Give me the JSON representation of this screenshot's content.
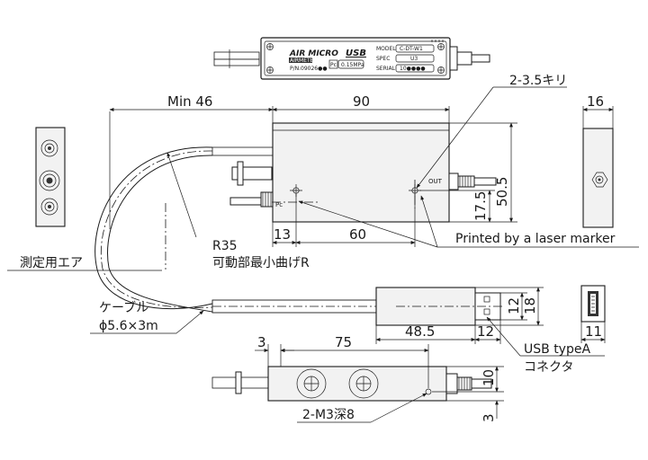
{
  "top_label": {
    "brand": "AIR MICRO",
    "brand_suffix": "USB",
    "model_key": "MODEL",
    "model_val": "C-DT-W1",
    "speed_key": "SPEC",
    "speed_val": "U3",
    "serial_key": "SERIAL",
    "serial_val": "10●●●●",
    "part_no_chip": "AIRMETER",
    "part_no": "P/N.09026●●",
    "pc_key": "Pc",
    "pc_val": "0.15MPa"
  },
  "dimensions": {
    "min46": "Min 46",
    "d90": "90",
    "d16": "16",
    "d13": "13",
    "d60": "60",
    "d50_5": "50.5",
    "d17_5": "17.5",
    "d12": "12",
    "d18": "18",
    "d48_5": "48.5",
    "d12b": "12",
    "d11": "11",
    "d3": "3",
    "d75": "75",
    "d10": "10",
    "d3b": "3"
  },
  "callouts": {
    "holes": "2-3.5キリ",
    "laser": "Printed by a laser marker",
    "radius": "R35",
    "radius_note": "可動部最小曲げR",
    "measure_air": "測定用エア",
    "cable": "ケーブル",
    "cable_spec": "ϕ5.6×3m",
    "usb1": "USB typeA",
    "usb2": "コネクタ",
    "tapped": "2-M3深8",
    "port_out": "OUT",
    "port_pc": "Pc"
  }
}
